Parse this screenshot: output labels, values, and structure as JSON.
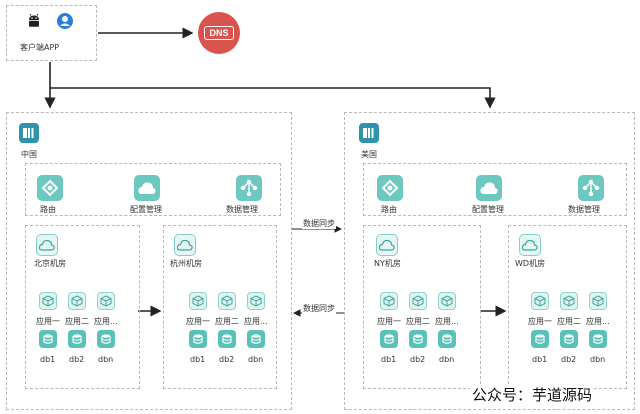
{
  "client": {
    "label": "客户端APP",
    "dns": "DNS"
  },
  "regions": [
    {
      "title": "中国",
      "services": [
        "路由",
        "配置管理",
        "数据管理"
      ],
      "rooms": [
        {
          "title": "北京机房",
          "apps": [
            "应用一",
            "应用二",
            "应用..."
          ],
          "dbs": [
            "db1",
            "db2",
            "dbn"
          ]
        },
        {
          "title": "杭州机房",
          "apps": [
            "应用一",
            "应用二",
            "应用..."
          ],
          "dbs": [
            "db1",
            "db2",
            "dbn"
          ]
        }
      ]
    },
    {
      "title": "美国",
      "services": [
        "路由",
        "配置管理",
        "数据管理"
      ],
      "rooms": [
        {
          "title": "NY机房",
          "apps": [
            "应用一",
            "应用二",
            "应用..."
          ],
          "dbs": [
            "db1",
            "db2",
            "dbn"
          ]
        },
        {
          "title": "WD机房",
          "apps": [
            "应用一",
            "应用二",
            "应用..."
          ],
          "dbs": [
            "db1",
            "db2",
            "dbn"
          ]
        }
      ]
    }
  ],
  "sync_labels": [
    "数据同步",
    "数据同步"
  ],
  "watermark": "公众号：芋道源码",
  "icons": {
    "android": "android-icon",
    "user": "user-icon",
    "dns": "dns-icon",
    "region": "region-building-icon",
    "route": "route-icon",
    "config": "config-cloud-icon",
    "data": "data-share-icon",
    "room": "room-cloud-icon",
    "app": "app-cube-icon",
    "db": "database-icon"
  },
  "colors": {
    "accent": "#2c95ad",
    "teal": "#59c2b8",
    "dns": "#d9534f"
  }
}
